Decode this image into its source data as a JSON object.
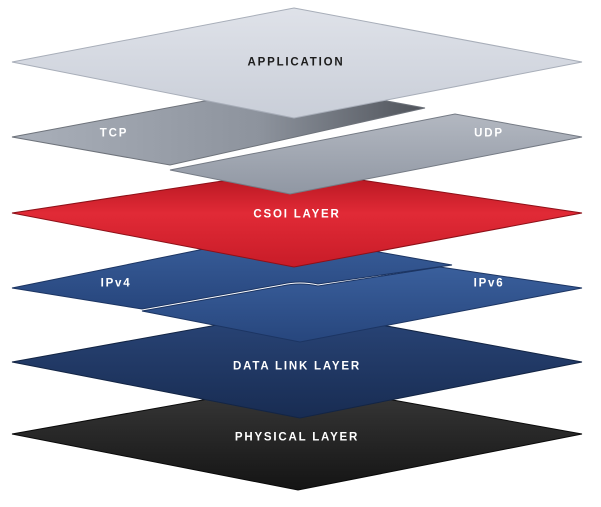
{
  "diagram": {
    "layers": {
      "application": "APPLICATION",
      "tcp": "TCP",
      "udp": "UDP",
      "csoi": "CSOI LAYER",
      "ipv4": "IPv4",
      "ipv6": "IPv6",
      "data_link": "DATA LINK LAYER",
      "physical": "PHYSICAL LAYER"
    },
    "colors": {
      "application": "#d5d9e2",
      "transport": "#9aa1ad",
      "csoi": "#d9232f",
      "network": "#2e4f86",
      "data_link": "#1f3868",
      "physical": "#262626"
    }
  }
}
